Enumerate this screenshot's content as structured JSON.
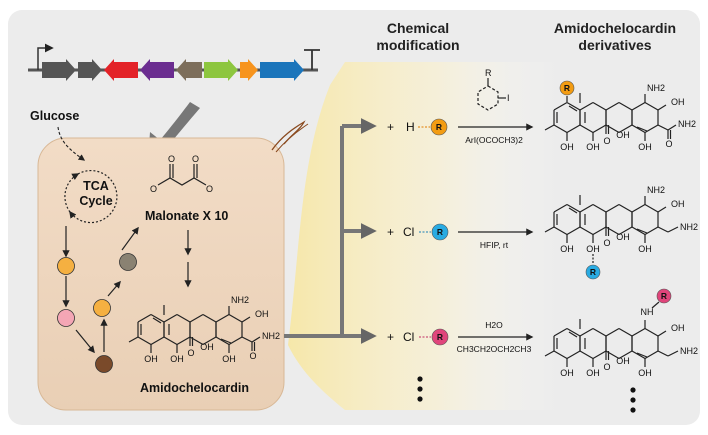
{
  "headers": {
    "chemical_modification": [
      "Chemical",
      "modification"
    ],
    "derivatives": [
      "Amidochelocardin",
      "derivatives"
    ]
  },
  "glucose_label": "Glucose",
  "tca_label": [
    "TCA",
    "Cycle"
  ],
  "malonate_label": "Malonate X 10",
  "product_label": "Amidochelocardin",
  "gene_colors": [
    "#555555",
    "#555555",
    "#e32227",
    "#6b2d90",
    "#7d6e5b",
    "#8dc63f",
    "#f7941d",
    "#1b75bb"
  ],
  "metabolite_colors": [
    "#f5b041",
    "#f4a6b5",
    "#7a4a2a",
    "#f5b041",
    "#8a8272"
  ],
  "reactions": [
    {
      "plus": "+",
      "reagent_atom": "H",
      "r_label": "R",
      "r_color": "#f39c12",
      "condition_top": "",
      "condition_bottom": "ArI(OCOCH3)2"
    },
    {
      "plus": "+",
      "reagent_atom": "Cl",
      "r_label": "R",
      "r_color": "#29abe2",
      "condition_top": "",
      "condition_bottom": "HFIP, rt"
    },
    {
      "plus": "+",
      "reagent_atom": "Cl",
      "r_label": "R",
      "r_color": "#e0457b",
      "condition_top": "H2O",
      "condition_bottom": "CH3CH2OCH2CH3"
    }
  ],
  "aryl_iodide": {
    "r": "R",
    "i": "I"
  },
  "atoms": {
    "nh2": "NH2",
    "oh": "OH",
    "o": "O",
    "nh": "NH"
  }
}
